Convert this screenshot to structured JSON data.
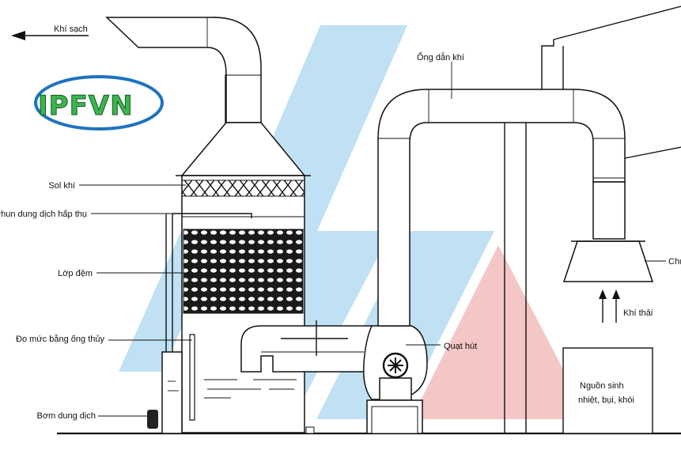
{
  "logo": {
    "text": "IPFVN",
    "text_color": "#3fb34f",
    "ring_color": "#1e73be"
  },
  "colors": {
    "watermark_blue": "#bfe1f3",
    "watermark_red": "#f4c6c5",
    "line": "#111111"
  },
  "labels": {
    "clean_air": "Khí sạch",
    "aerosol": "Sol khí",
    "absorbent_spray": "Phun dung dịch hấp thụ",
    "packing_layer": "Lớp đệm",
    "level_gauge": "Đo mức bằng ống thủy",
    "solution_pump": "Bơm dung dịch",
    "gas_duct": "Ống dẫn khí",
    "suction_fan": "Quạt hút",
    "hood": "Chụp hút",
    "exhaust": "Khí thải",
    "source_line1": "Nguồn sinh",
    "source_line2": "nhiệt, bụi, khói"
  }
}
